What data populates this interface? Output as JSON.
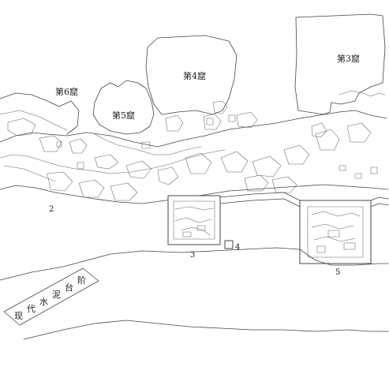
{
  "labels": {
    "cave3": "第3窟",
    "cave4": "第4窟",
    "cave5": "第5窟",
    "cave6": "第6窟",
    "pit2": "2",
    "pit3": "3",
    "pit4": "4",
    "pit5": "5",
    "concrete_steps": [
      "现",
      "代",
      "水",
      "泥",
      "台",
      "阶"
    ]
  }
}
